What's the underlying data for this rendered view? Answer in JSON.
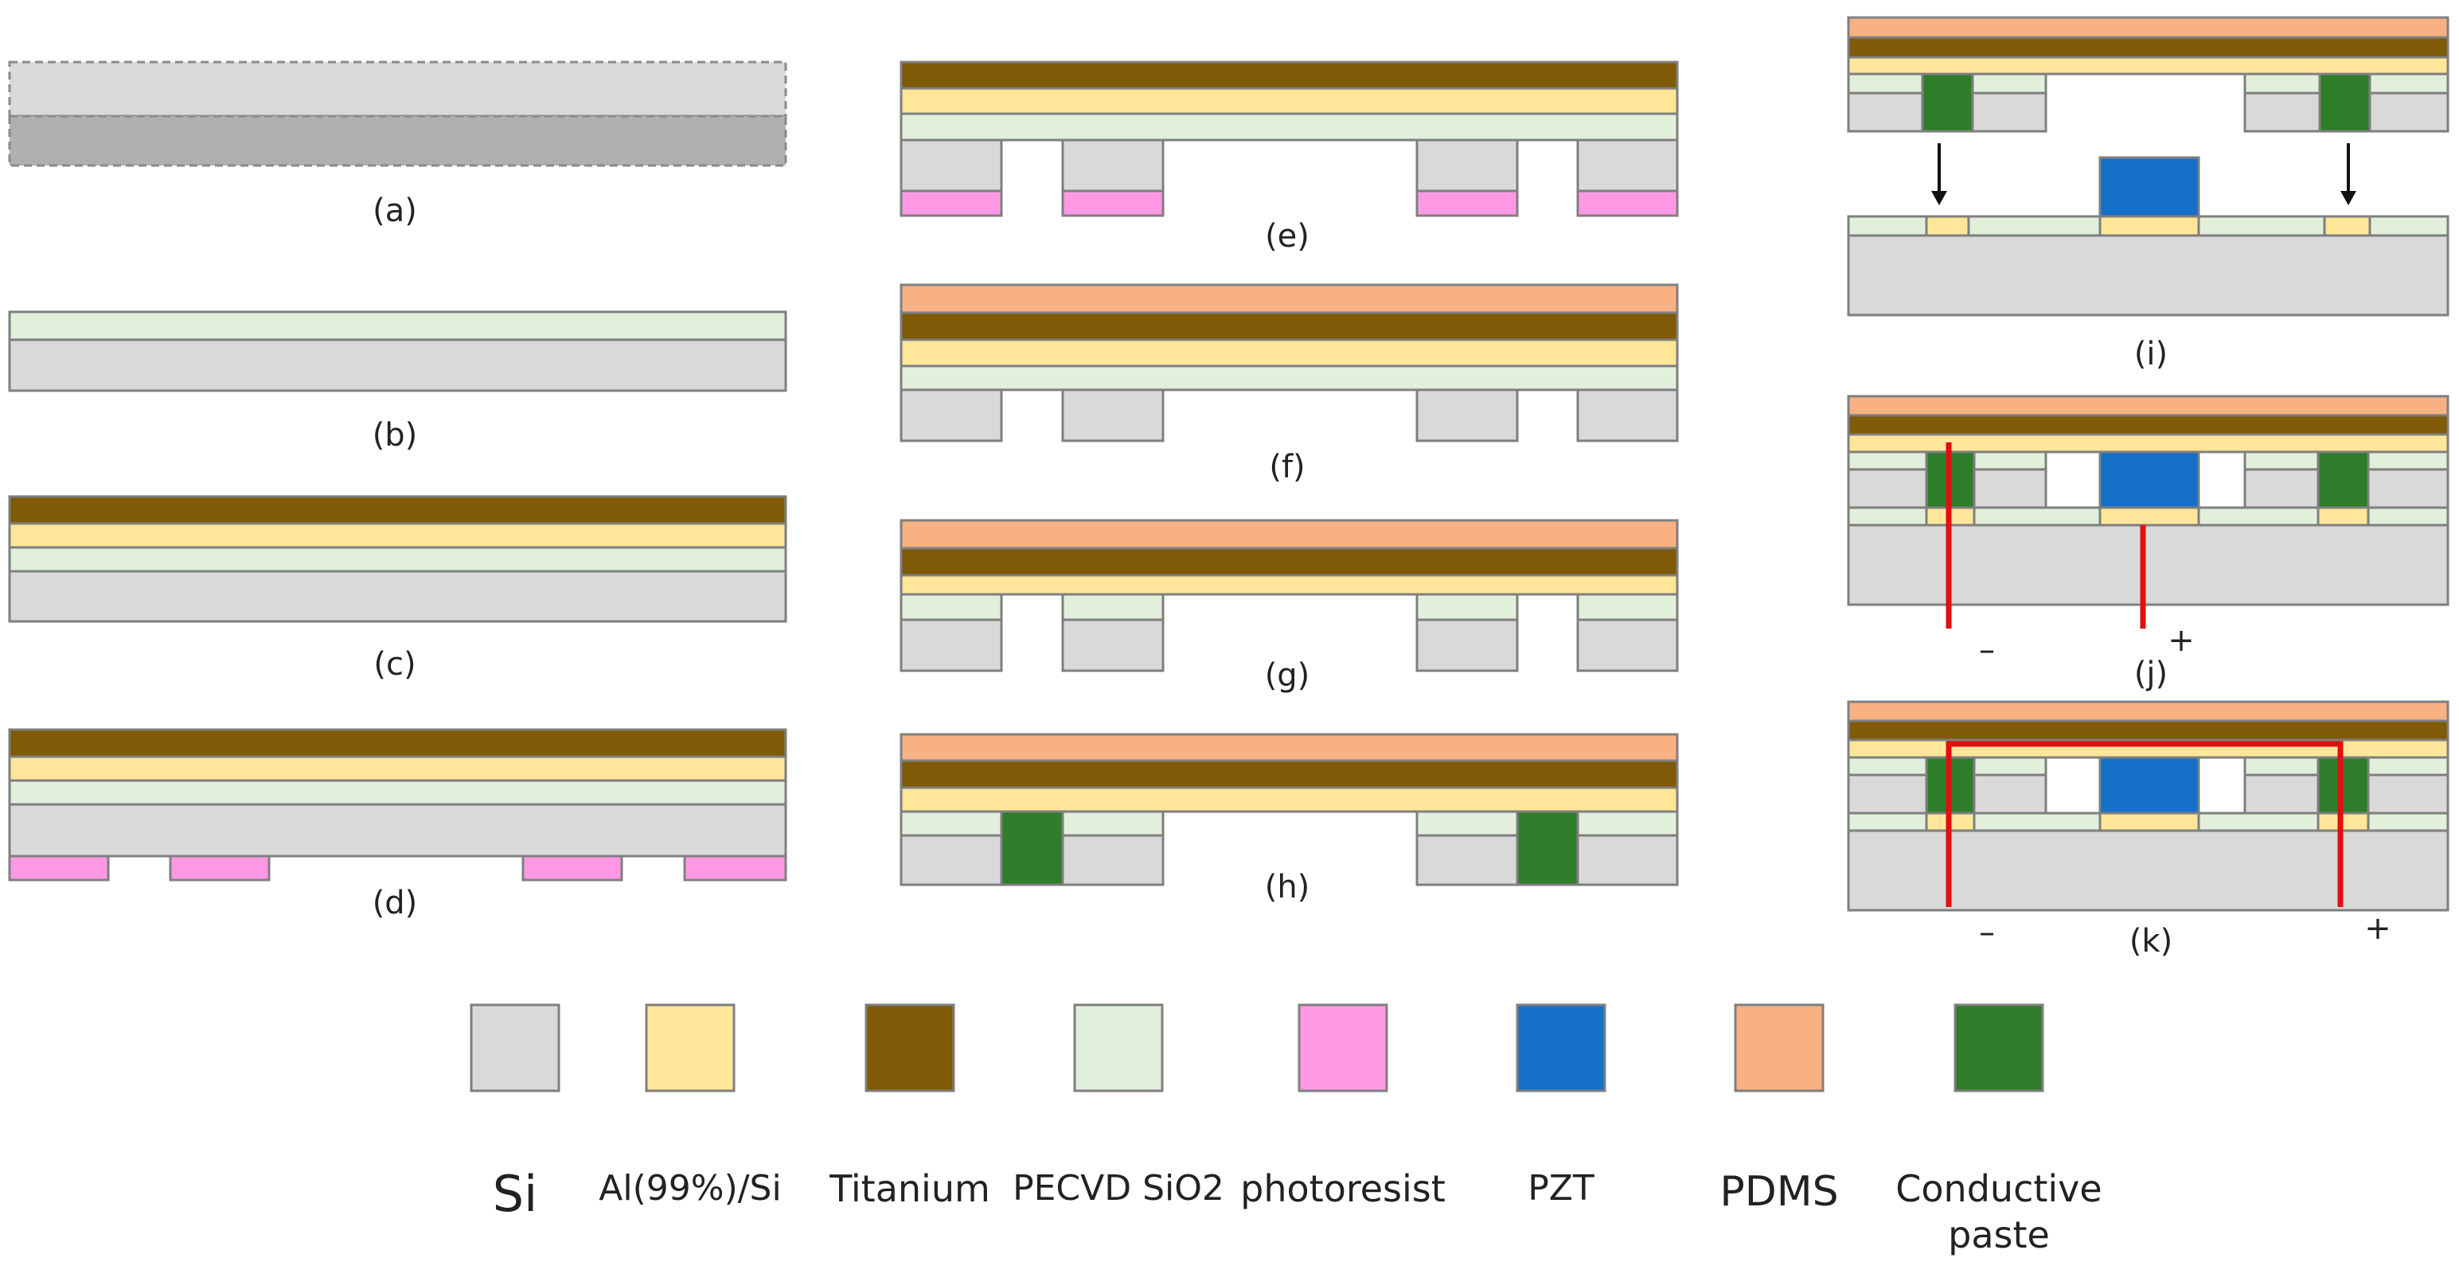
{
  "colors": {
    "si": "#d9d9d9",
    "si_dark": "#b0b0b0",
    "al": "#ffe699",
    "titanium": "#7f5a07",
    "sio2": "#e2efda",
    "photoresist": "#ff99e6",
    "pzt": "#1470c8",
    "pdms": "#f8b183",
    "paste": "#2e7d2a",
    "wire": "#e01010",
    "outline": "#7f7f7f"
  },
  "steps": {
    "a": "(a)",
    "b": "(b)",
    "c": "(c)",
    "d": "(d)",
    "e": "(e)",
    "f": "(f)",
    "g": "(g)",
    "h": "(h)",
    "i": "(i)",
    "j": "(j)",
    "k": "(k)"
  },
  "polarity": {
    "minus": "–",
    "plus": "+"
  },
  "legend": [
    {
      "key": "si",
      "label": "Si"
    },
    {
      "key": "al",
      "label": "Al(99%)/Si"
    },
    {
      "key": "titanium",
      "label": "Titanium"
    },
    {
      "key": "sio2",
      "label": "PECVD SiO2"
    },
    {
      "key": "photoresist",
      "label": "photoresist"
    },
    {
      "key": "pzt",
      "label": "PZT"
    },
    {
      "key": "pdms",
      "label": "PDMS"
    },
    {
      "key": "paste",
      "label": "Conductive paste"
    }
  ]
}
